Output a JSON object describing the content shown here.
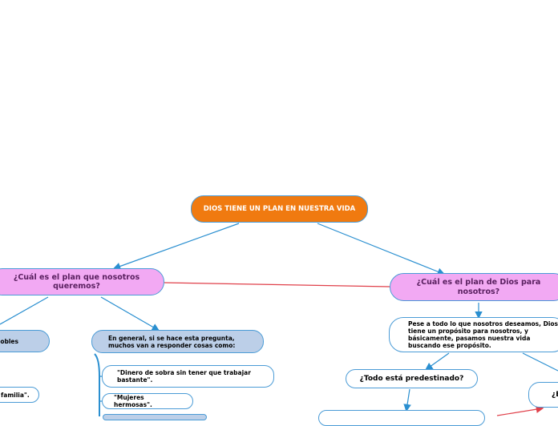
{
  "nodes": {
    "central": "DIOS TIENE UN PLAN EN NUESTRA VIDA",
    "left_question": "¿Cuál es el plan que nosotros queremos?",
    "right_question": "¿Cuál es el plan de Dios para nosotros?",
    "left_sub_a": "nobles",
    "left_sub_b": "En general, si se hace esta pregunta, muchos van a responder cosas como:",
    "answer_money": "\"Dinero de sobra sin tener que trabajar bastante\".",
    "answer_women": "\"Mujeres hermosas\".",
    "answer_family": "familia\".",
    "right_desc": "Pese a todo lo que nosotros deseamos, Dios tiene un propósito para nosotros, y básicamente, pasamos nuestra vida buscando ese propósito.",
    "predestined": "¿Todo está predestinado?",
    "right_edge": "¿E"
  },
  "colors": {
    "central": "#f07a10",
    "question": "#f2a9f3",
    "sub": "#bccfe8",
    "connector": "#2a8fd0",
    "relation": "#e0404a"
  }
}
